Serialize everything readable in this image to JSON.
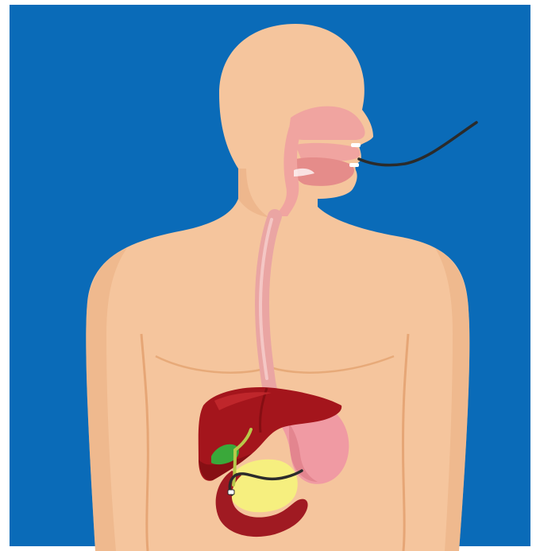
{
  "image": {
    "subject": "endoscopy-illustration",
    "colors": {
      "frame": "#ffffff",
      "background": "#0a6bb8",
      "skin": "#f5c59d",
      "skin_shadow": "#e9ae82",
      "skin_outline": "#e6a676",
      "throat": "#f0a4a0",
      "throat_dark": "#e58c8a",
      "esophagus": "#eaa5a3",
      "esophagus_highlight": "#f6cccb",
      "liver": "#a4151c",
      "liver_dark": "#7e0d12",
      "liver_highlight": "#c62a2f",
      "stomach": "#f09aa3",
      "stomach_dark": "#dd7c86",
      "duodenum": "#a01a22",
      "pancreas": "#f6ef7f",
      "gallbladder": "#3aa83a",
      "bile_duct": "#b8c94a",
      "scope": "#2b2b2b",
      "tooth": "#ffffff"
    },
    "icons": [
      "endoscope-tube",
      "liver",
      "stomach",
      "gallbladder",
      "pancreas",
      "duodenum",
      "esophagus"
    ]
  }
}
